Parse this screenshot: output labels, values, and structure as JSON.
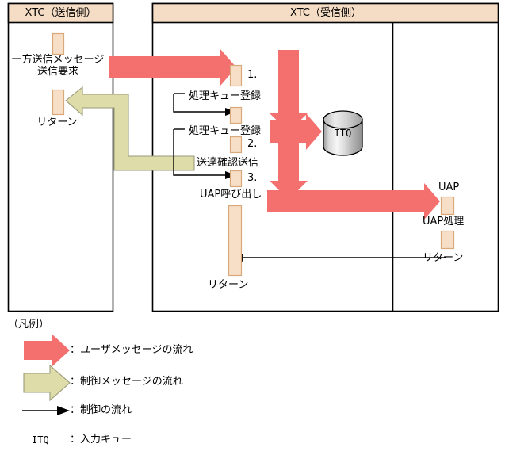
{
  "diagram": {
    "title_hidden": "",
    "columns": [
      {
        "id": "xtc-sender",
        "header": "XTC（送信側）"
      },
      {
        "id": "xtc-receiver",
        "header": "XTC（受信側）"
      }
    ],
    "sender": {
      "request_label": "一方送信メッセージ\n送信要求",
      "return_label": "リターン"
    },
    "receiver": {
      "step1": "1.",
      "step2": "2.",
      "step3": "3.",
      "queue_register_1": "処理キュー登録",
      "queue_register_2": "処理キュー登録",
      "delivery_ack": "送達確認送信",
      "uap_call": "UAP呼び出し",
      "return_label": "リターン",
      "itq_label": "ITQ"
    },
    "uap": {
      "title": "UAP",
      "process": "UAP処理",
      "return_label": "リターン"
    },
    "legend": {
      "title": "（凡例）",
      "items": [
        {
          "icon": "red-arrow-icon",
          "text": "：ユーザメッセージの流れ"
        },
        {
          "icon": "olive-arrow-icon",
          "text": "：制御メッセージの流れ"
        },
        {
          "icon": "black-line-arrow-icon",
          "text": "：制御の流れ"
        },
        {
          "icon": "itq-text-icon",
          "text": "：入力キュー",
          "key": "ITQ"
        }
      ]
    },
    "colors": {
      "user_message": "#F4706E",
      "control_message": "#DEDCA8",
      "activation_fill": "#F7DEC6",
      "activation_stroke": "#D9A97B",
      "header_fill": "#F5DCC4",
      "border": "#000000",
      "cylinder_light": "#F2F2F2",
      "cylinder_dark": "#8C8C8C"
    }
  }
}
